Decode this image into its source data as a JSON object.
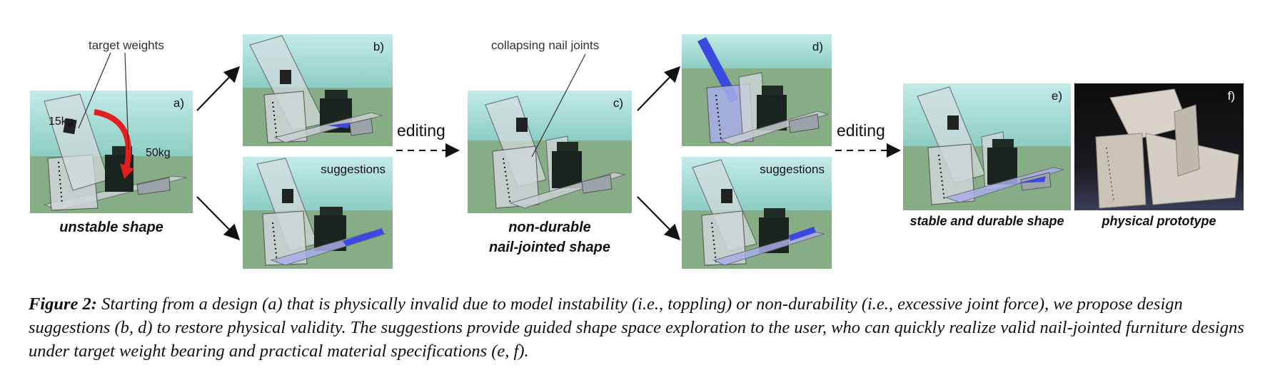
{
  "annotations": {
    "target_weights": "target weights",
    "collapsing_joints": "collapsing nail joints",
    "weight_15": "15kg",
    "weight_50": "50kg"
  },
  "panels": {
    "a": "a)",
    "b": "b)",
    "c": "c)",
    "d": "d)",
    "e": "e)",
    "f": "f)"
  },
  "suggestions_label": "suggestions",
  "editing_label": "editing",
  "captions": {
    "a": "unstable shape",
    "c_line1": "non-durable",
    "c_line2": "nail-jointed shape",
    "e": "stable and durable shape",
    "f": "physical prototype"
  },
  "figure_caption": {
    "label": "Figure 2:",
    "text": "Starting from a design (a) that is physically invalid due to model instability (i.e., toppling) or non-durability (i.e., excessive joint force), we propose design suggestions (b, d) to restore physical validity. The suggestions provide guided shape space exploration to the user, who can quickly realize valid nail-jointed furniture designs under target weight bearing and practical material specifications (e, f)."
  },
  "colors": {
    "sky_top": "#b9e6e3",
    "sky_bottom": "#8fcfc5",
    "ground": "#86ad85",
    "arrow_red": "#e02020",
    "arrow_blue": "#3a49e0"
  }
}
